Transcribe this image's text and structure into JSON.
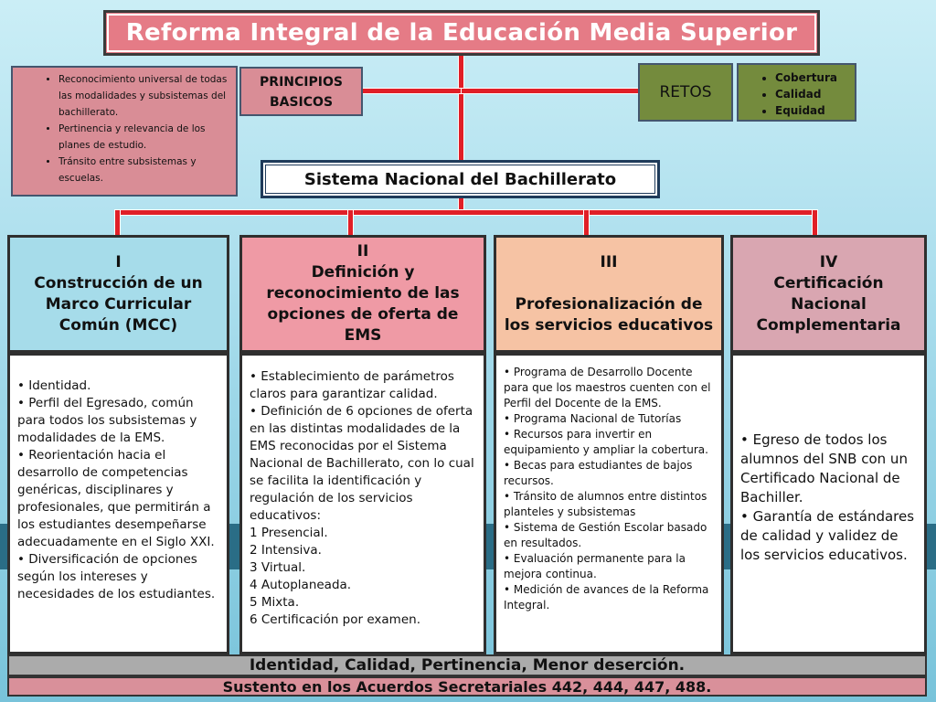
{
  "title": "Reforma Integral de la Educación Media Superior",
  "principios": {
    "label_line1": "PRINCIPIOS",
    "label_line2": "BASICOS",
    "items": [
      "Reconocimiento universal de todas las modalidades y subsistemas del bachillerato.",
      "Pertinencia y relevancia de los planes de estudio.",
      "Tránsito entre subsistemas y escuelas."
    ]
  },
  "retos": {
    "label": "RETOS",
    "items": [
      "Cobertura",
      "Calidad",
      "Equidad"
    ]
  },
  "snb": "Sistema Nacional del Bachillerato",
  "columns": [
    {
      "number": "I",
      "title": "Construcción de un Marco Curricular Común (MCC)",
      "items": [
        "• Identidad.",
        "• Perfil del Egresado, común para todos los subsistemas y modalidades de la EMS.",
        "• Reorientación hacia el desarrollo de competencias genéricas, disciplinares y profesionales, que permitirán a los estudiantes desempeñarse adecuadamente en el Siglo XXI.",
        "• Diversificación de opciones según los intereses y necesidades de los estudiantes."
      ]
    },
    {
      "number": "II",
      "title": "Definición y reconocimiento de las opciones de oferta de EMS",
      "items": [
        "• Establecimiento de parámetros claros para garantizar calidad.",
        "• Definición de 6 opciones de oferta en las distintas modalidades de la EMS reconocidas por el Sistema Nacional de Bachillerato, con lo cual se facilita la identificación y regulación de los servicios educativos:",
        "1 Presencial.",
        "2 Intensiva.",
        "3 Virtual.",
        "4 Autoplaneada.",
        "5 Mixta.",
        "6 Certificación por examen."
      ]
    },
    {
      "number": "III",
      "title": "Profesionalización de los servicios educativos",
      "items": [
        "• Programa de Desarrollo Docente para que los maestros cuenten con el Perfil del Docente de la EMS.",
        "• Programa Nacional de Tutorías",
        "• Recursos para invertir en equipamiento y ampliar la cobertura.",
        "• Becas para estudiantes de bajos recursos.",
        "• Tránsito de alumnos entre distintos planteles y subsistemas",
        "• Sistema de Gestión Escolar basado en resultados.",
        "• Evaluación permanente para la mejora continua.",
        "• Medición de avances de la Reforma Integral."
      ]
    },
    {
      "number": "IV",
      "title": "Certificación Nacional Complementaria",
      "items": [
        "• Egreso de todos los alumnos del SNB con un Certificado Nacional de Bachiller.",
        "• Garantía de estándares de calidad y validez de los servicios educativos."
      ]
    }
  ],
  "footer1": "Identidad, Calidad, Pertinencia, Menor deserción.",
  "footer2": "Sustento en los Acuerdos Secretariales 442, 444, 447, 488.",
  "colors": {
    "title_bg": "#e57b86",
    "pink_box": "#d98d96",
    "green_box": "#748b3d",
    "col1_head": "#a6dcea",
    "col2_head": "#ef9aa5",
    "col3_head": "#f6c3a4",
    "col4_head": "#d9a6b1",
    "connector": "#e01f27"
  }
}
